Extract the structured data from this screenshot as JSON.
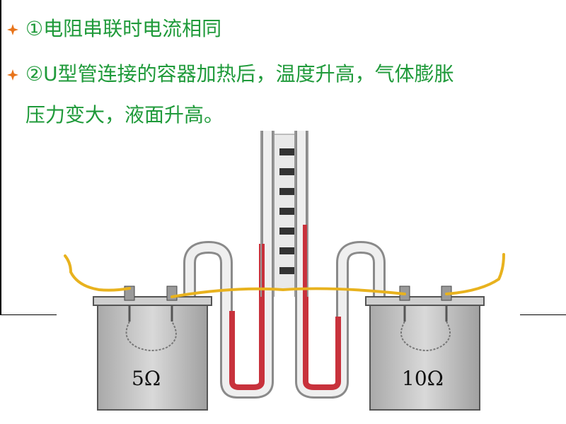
{
  "bullets": [
    {
      "text": "①电阻串联时电流相同"
    },
    {
      "text": "②U型管连接的容器加热后，温度升高，气体膨胀"
    },
    {
      "text": "压力变大，液面升高。"
    }
  ],
  "diagram": {
    "left_container": {
      "label": "5Ω"
    },
    "right_container": {
      "label": "10Ω"
    },
    "colors": {
      "bullet_text": "#1f9a3a",
      "bullet_icon": "#e8741a",
      "wire": "#e8b21e",
      "liquid": "#c8323c",
      "container": "#b4b4b4",
      "tube": "#9a9a9a"
    },
    "icons": [
      "diamond-bullet-icon",
      "glass-tube-icon",
      "scale-ruler-icon",
      "resistor-coil-icon"
    ]
  }
}
